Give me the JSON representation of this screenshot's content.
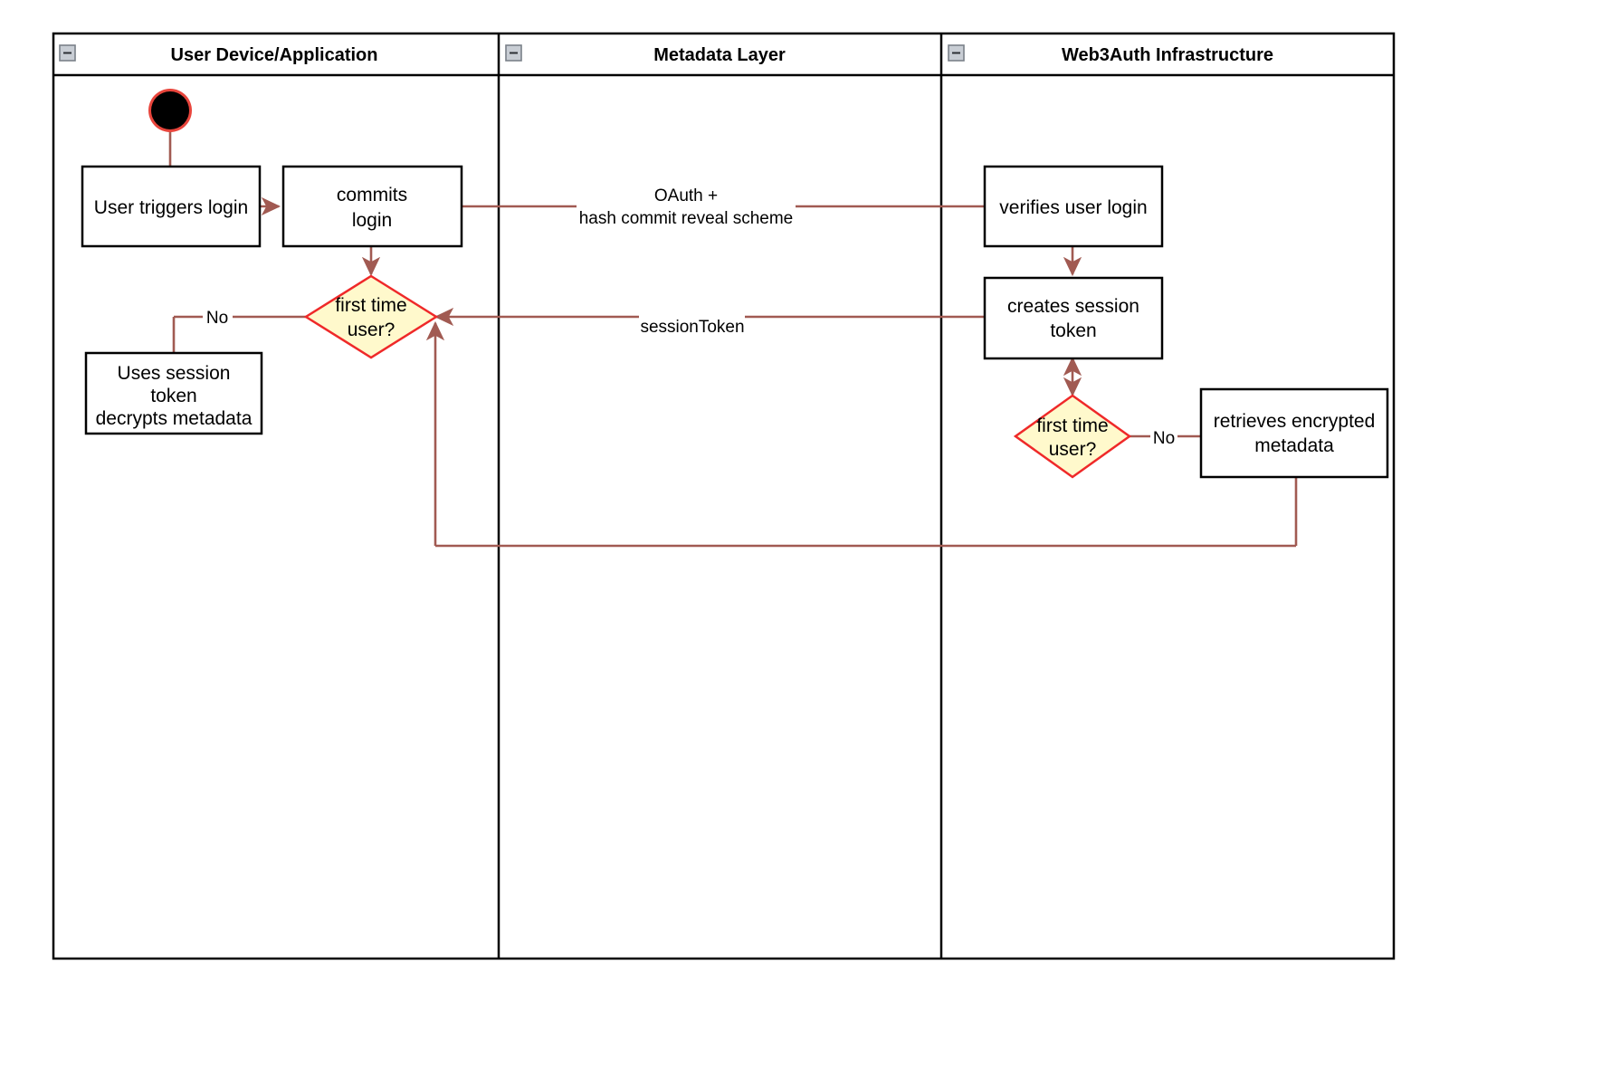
{
  "diagram": {
    "title": "Web3Auth login activity diagram",
    "colors": {
      "edge": "#a15a52",
      "decision_fill": "#fff9cc",
      "decision_stroke": "#ef2929",
      "node_stroke": "#000000",
      "node_fill": "#ffffff",
      "start_node": "#000000",
      "start_ring": "#e8453c",
      "lane_border": "#000000"
    },
    "lanes": [
      {
        "id": "lane-user-device",
        "title": "User Device/Application",
        "collapse_icon": "minus-icon"
      },
      {
        "id": "lane-metadata",
        "title": "Metadata Layer",
        "collapse_icon": "minus-icon"
      },
      {
        "id": "lane-web3auth",
        "title": "Web3Auth Infrastructure",
        "collapse_icon": "minus-icon"
      }
    ],
    "nodes": {
      "start": {
        "type": "initial-node",
        "label": ""
      },
      "user_triggers_login": {
        "type": "action",
        "lines": [
          "User triggers login"
        ]
      },
      "commits_login": {
        "type": "action",
        "lines": [
          "commits",
          "login"
        ]
      },
      "first_time_user_left": {
        "type": "decision",
        "lines": [
          "first time",
          "user?"
        ]
      },
      "uses_session_token": {
        "type": "action",
        "lines": [
          "Uses session",
          "token",
          "decrypts metadata"
        ]
      },
      "verifies_user_login": {
        "type": "action",
        "lines": [
          "verifies user login"
        ]
      },
      "creates_session_token": {
        "type": "action",
        "lines": [
          "creates session",
          "token"
        ]
      },
      "first_time_user_right": {
        "type": "decision",
        "lines": [
          "first time",
          "user?"
        ]
      },
      "retrieves_encrypted_metadata": {
        "type": "action",
        "lines": [
          "retrieves encrypted",
          "metadata"
        ]
      }
    },
    "edge_labels": {
      "oauth": {
        "lines": [
          "OAuth +",
          "hash commit reveal scheme"
        ]
      },
      "session_token": {
        "text": "sessionToken"
      },
      "no_left": {
        "text": "No"
      },
      "no_right": {
        "text": "No"
      }
    }
  }
}
